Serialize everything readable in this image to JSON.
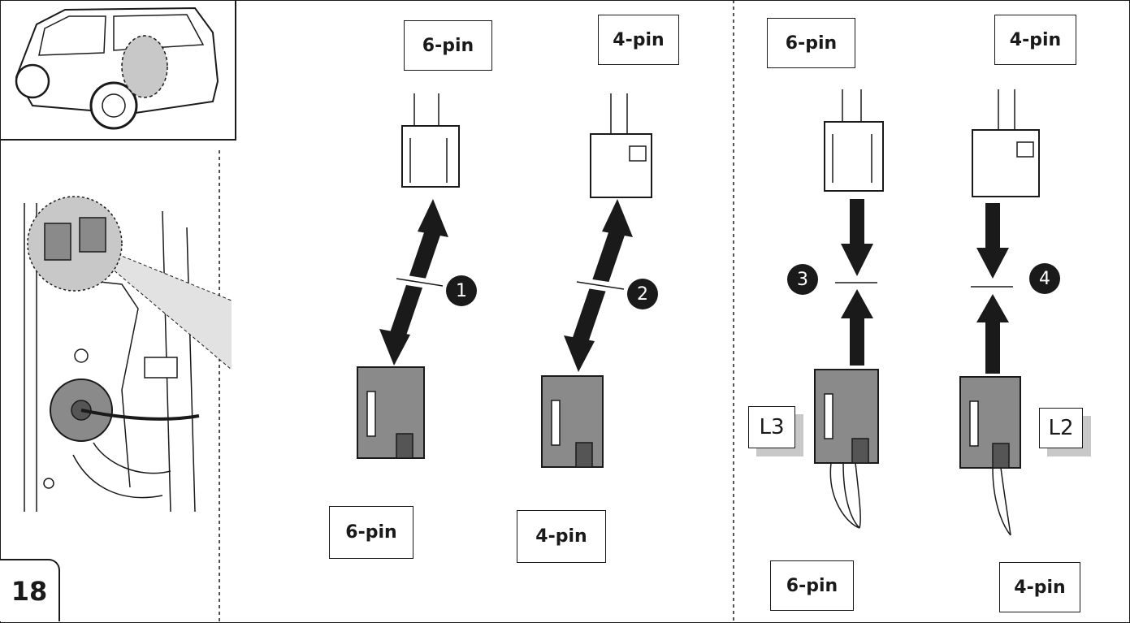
{
  "step_number": "18",
  "labels": {
    "top_left_6pin": "6-pin",
    "top_mid_4pin": "4-pin",
    "top_right_6pin": "6-pin",
    "top_right_4pin": "4-pin",
    "bottom_left_6pin": "6-pin",
    "bottom_mid_4pin": "4-pin",
    "bottom_right_6pin": "6-pin",
    "bottom_right_4pin": "4-pin"
  },
  "connector_tags": {
    "left": "L3",
    "right": "L2"
  },
  "steps": [
    "1",
    "2",
    "3",
    "4"
  ],
  "colors": {
    "line": "#1a1a1a",
    "connector_grey": "#8a8a8a",
    "highlight_grey": "#c8c8c8"
  },
  "icons": [
    "vehicle-icon",
    "harness-detail-icon",
    "connector-plug-icon",
    "double-arrow-icon",
    "step-circle-icon"
  ]
}
